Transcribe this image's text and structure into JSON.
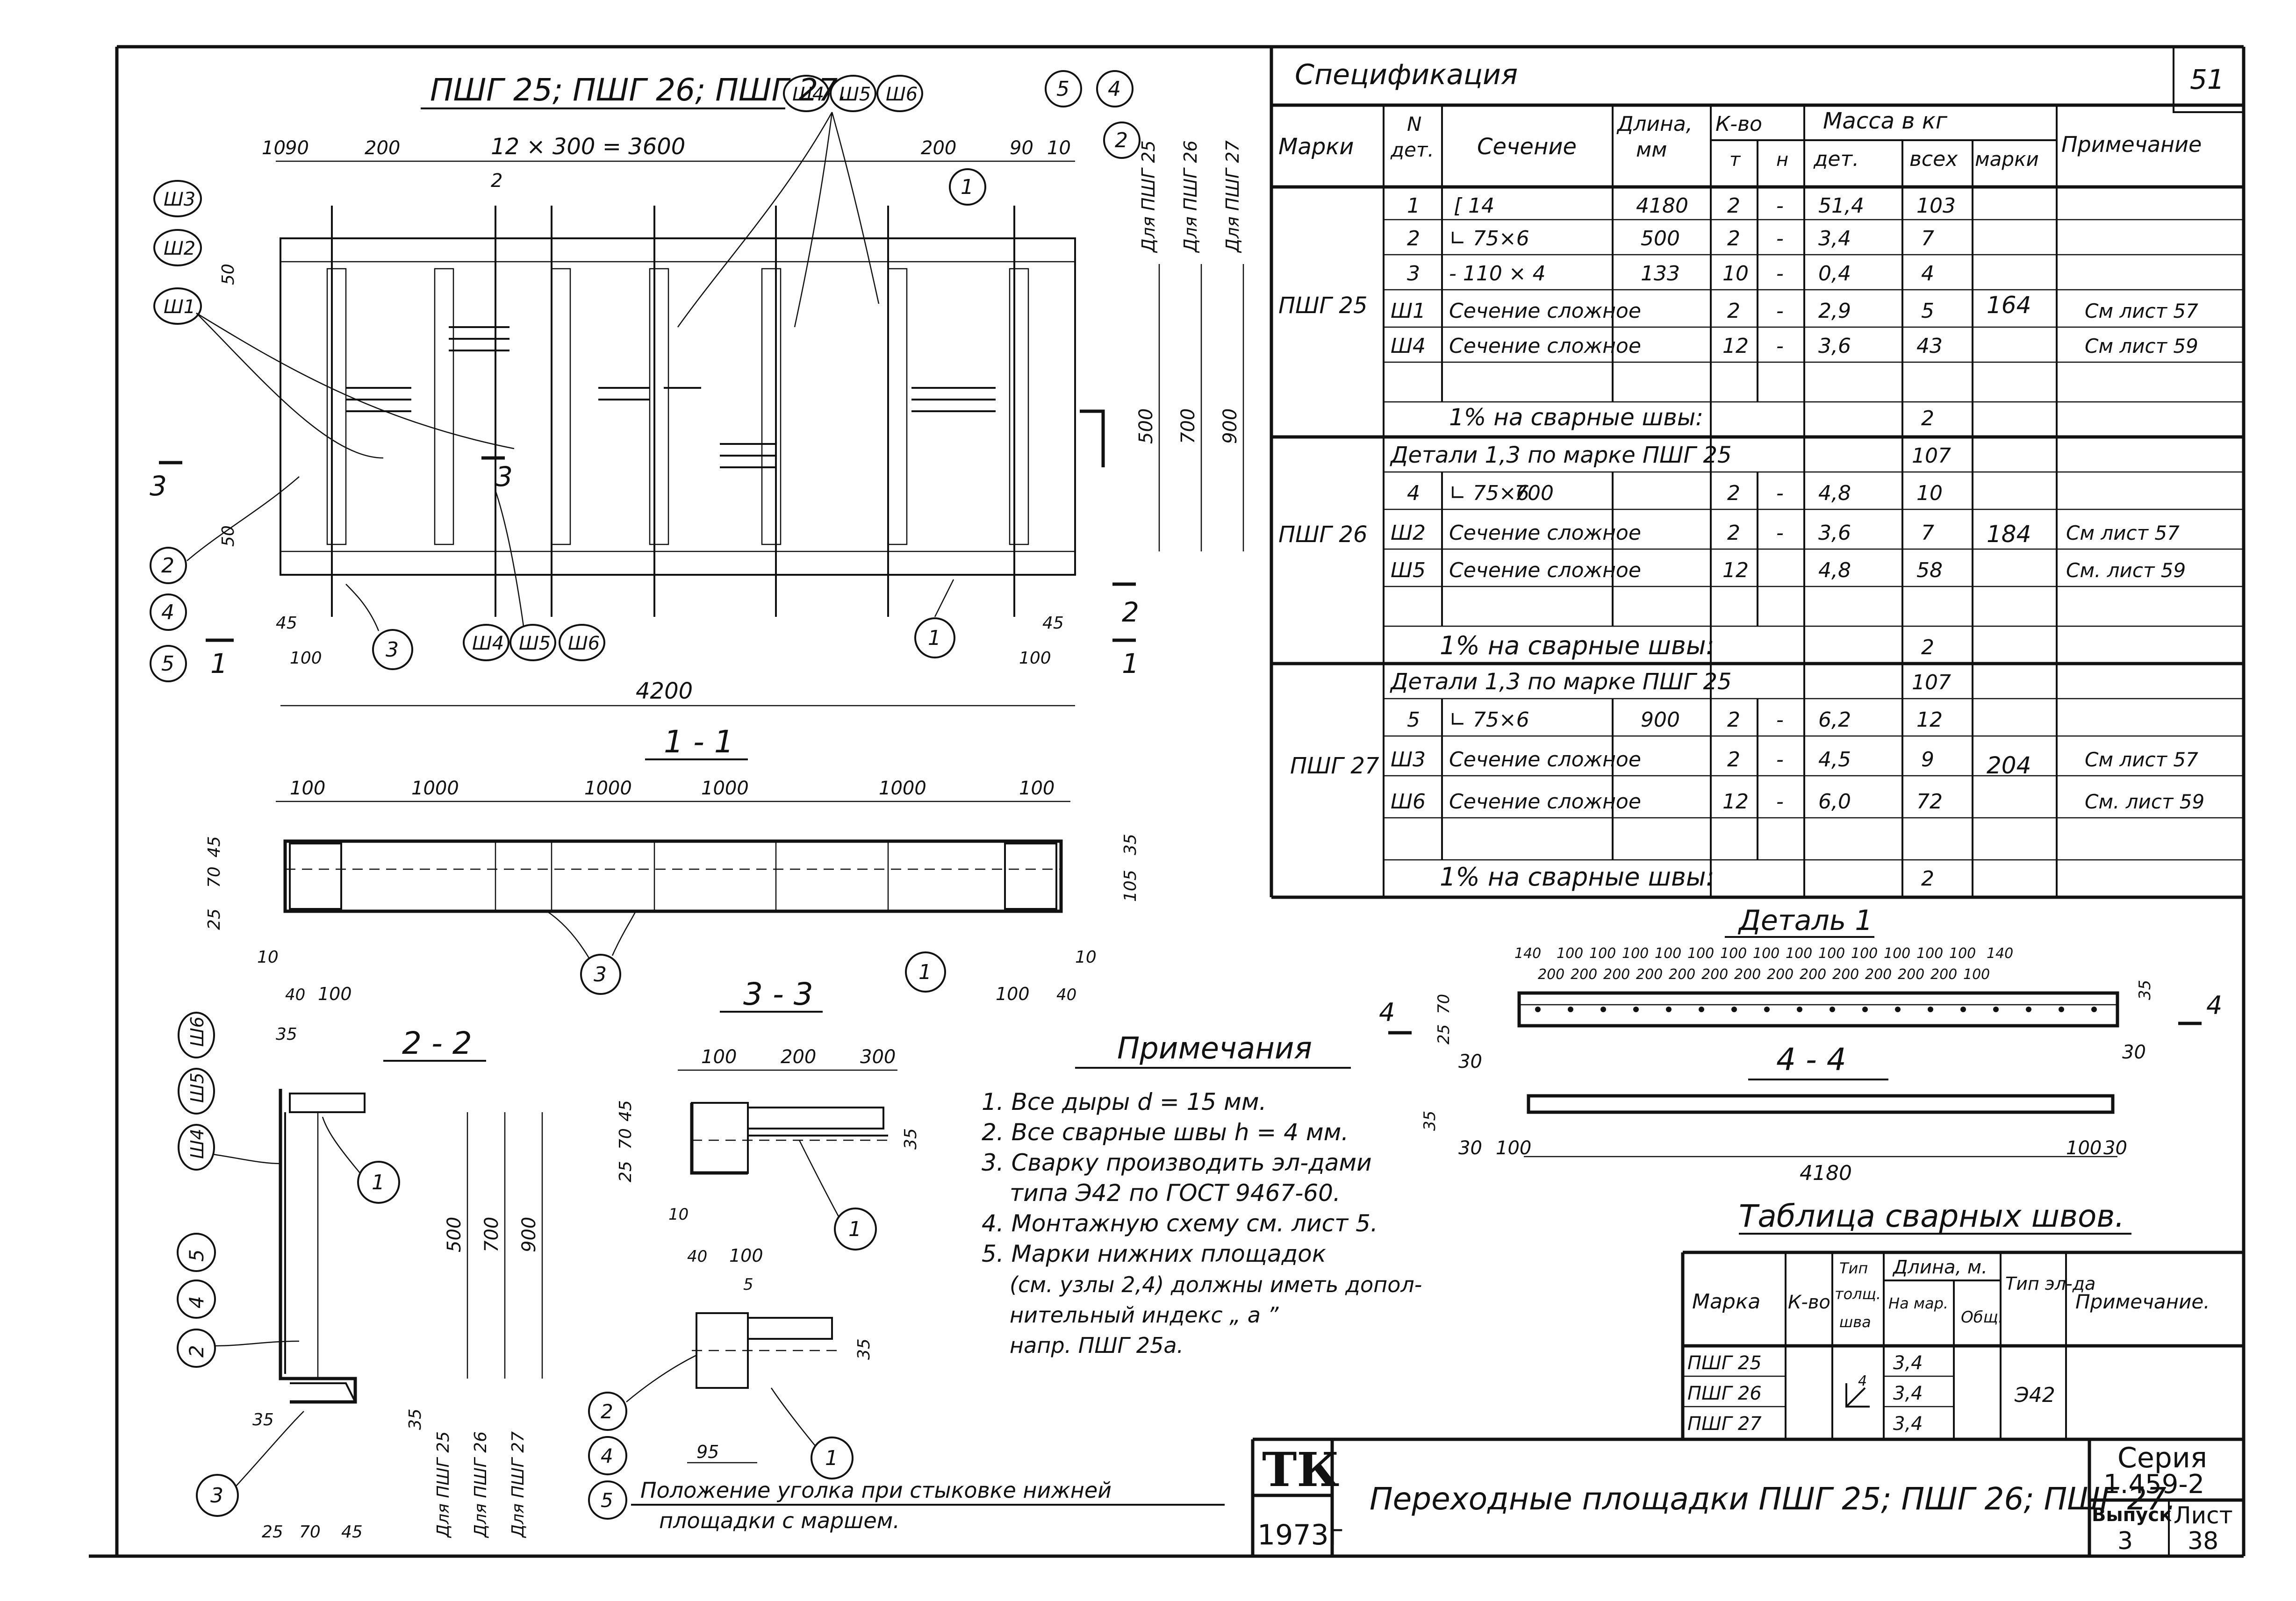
{
  "sheet_page_number": "51",
  "main_drawing": {
    "title": "ПШГ 25; ПШГ 26; ПШГ 27.",
    "top_dims": [
      "10",
      "90",
      "200",
      "12 × 300 = 3600",
      "200",
      "90",
      "10"
    ],
    "total_length": "4200",
    "side_dims": [
      "50",
      "50"
    ],
    "bottom_dims": [
      "45",
      "100",
      "45",
      "100"
    ],
    "right_heights": [
      "500",
      "700",
      "900"
    ],
    "right_labels": [
      "Для ПШГ 25",
      "Для ПШГ 26",
      "Для ПШГ 27"
    ],
    "section_marks": [
      "2",
      "3",
      "3",
      "1",
      "1",
      "2"
    ],
    "callouts_top": [
      "Ш4",
      "Ш5",
      "Ш6",
      "5",
      "4",
      "2"
    ],
    "callouts_left": [
      "Ш3",
      "Ш2",
      "Ш1"
    ],
    "callouts_bottom_left": [
      "2",
      "4",
      "5"
    ],
    "callouts_misc": [
      "1",
      "1",
      "1",
      "3",
      "Ш4",
      "Ш5",
      "Ш6",
      "1"
    ]
  },
  "section_1_1": {
    "title": "1 - 1",
    "top_dims": [
      "100",
      "1000",
      "1000",
      "1000",
      "1000",
      "100"
    ],
    "left_dims": [
      "45",
      "70",
      "25"
    ],
    "right_dims": [
      "35",
      "105"
    ],
    "bottom_dims": [
      "10",
      "40",
      "100",
      "100",
      "40",
      "10"
    ],
    "callouts": [
      "3",
      "1"
    ]
  },
  "section_2_2": {
    "title": "2 - 2",
    "dims": [
      "35",
      "500",
      "700",
      "900",
      "35",
      "35",
      "25",
      "70",
      "45"
    ],
    "labels": [
      "Для ПШГ 25",
      "Для ПШГ 26",
      "Для ПШГ 27"
    ],
    "callouts": [
      "Ш6",
      "Ш5",
      "Ш4",
      "5",
      "4",
      "2",
      "1",
      "3"
    ]
  },
  "section_3_3": {
    "title": "3 - 3",
    "top_dims": [
      "100",
      "200",
      "300"
    ],
    "left_dims": [
      "45",
      "70",
      "25"
    ],
    "misc_dims": [
      "35",
      "10",
      "40",
      "100",
      "5",
      "35",
      "95"
    ],
    "callouts": [
      "1",
      "2",
      "4",
      "5",
      "1"
    ]
  },
  "notes": {
    "heading": "Примечания",
    "items": [
      "1. Все дыры d = 15 мм.",
      "2. Все сварные швы h = 4 мм.",
      "3. Сварку производить эл-дами",
      "типа Э42 по ГОСТ 9467-60.",
      "4. Монтажную схему см. лист 5.",
      "5. Марки нижних площадок",
      "(см. узлы 2,4) должны иметь допол-",
      "нительный индекс „ а ”",
      "напр. ПШГ 25а."
    ],
    "bottom_note": [
      "Положение уголка при стыковке нижней",
      "площадки с маршем."
    ],
    "bottom_note_callout": "5"
  },
  "specification": {
    "title": "Спецификация",
    "headers": {
      "marks": "Марки",
      "no_top": "N",
      "no_bottom": "дет.",
      "section": "Сечение",
      "length_top": "Длина,",
      "length_bottom": "мм",
      "qty": "К-во",
      "qty_t": "т",
      "qty_n": "н",
      "mass": "Масса в кг",
      "mass_det": "дет.",
      "mass_all": "всех",
      "mass_mark": "марки",
      "note": "Примечание"
    },
    "groups": [
      {
        "mark": "ПШГ 25",
        "mark_mass": "164",
        "rows": [
          {
            "no": "1",
            "section": "[ 14",
            "length": "4180",
            "t": "2",
            "n": "-",
            "det": "51,4",
            "all": "103",
            "note": ""
          },
          {
            "no": "2",
            "section": "∟ 75×6",
            "length": "500",
            "t": "2",
            "n": "-",
            "det": "3,4",
            "all": "7",
            "note": ""
          },
          {
            "no": "3",
            "section": "- 110 × 4",
            "length": "133",
            "t": "10",
            "n": "-",
            "det": "0,4",
            "all": "4",
            "note": ""
          },
          {
            "no": "Ш1",
            "section": "Сечение сложное",
            "length": "",
            "t": "2",
            "n": "-",
            "det": "2,9",
            "all": "5",
            "note": "См лист 57"
          },
          {
            "no": "Ш4",
            "section": "Сечение сложное",
            "length": "",
            "t": "12",
            "n": "-",
            "det": "3,6",
            "all": "43",
            "note": "См лист 59"
          }
        ],
        "weld_label": "1% на сварные швы:",
        "weld_value": "2"
      },
      {
        "mark": "ПШГ 26",
        "mark_mass": "184",
        "intro": "Детали 1,3 по марке ПШГ 25",
        "intro_value": "107",
        "rows": [
          {
            "no": "4",
            "section": "∟ 75×6",
            "length": "700",
            "t": "2",
            "n": "-",
            "det": "4,8",
            "all": "10",
            "note": ""
          },
          {
            "no": "Ш2",
            "section": "Сечение сложное",
            "length": "",
            "t": "2",
            "n": "-",
            "det": "3,6",
            "all": "7",
            "note": "См лист 57"
          },
          {
            "no": "Ш5",
            "section": "Сечение сложное",
            "length": "",
            "t": "12",
            "n": "",
            "det": "4,8",
            "all": "58",
            "note": "См. лист 59"
          }
        ],
        "weld_label": "1% на сварные швы:",
        "weld_value": "2"
      },
      {
        "mark": "ПШГ 27",
        "mark_mass": "204",
        "intro": "Детали 1,3 по марке ПШГ 25",
        "intro_value": "107",
        "rows": [
          {
            "no": "5",
            "section": "∟ 75×6",
            "length": "900",
            "t": "2",
            "n": "-",
            "det": "6,2",
            "all": "12",
            "note": ""
          },
          {
            "no": "Ш3",
            "section": "Сечение сложное",
            "length": "",
            "t": "2",
            "n": "-",
            "det": "4,5",
            "all": "9",
            "note": "См лист 57"
          },
          {
            "no": "Ш6",
            "section": "Сечение сложное",
            "length": "",
            "t": "12",
            "n": "-",
            "det": "6,0",
            "all": "72",
            "note": "См. лист 59"
          }
        ],
        "weld_label": "1% на сварные швы:",
        "weld_value": "2"
      }
    ]
  },
  "detail_1": {
    "title": "Деталь 1",
    "pitch_top": [
      "140",
      "100",
      "100",
      "100",
      "100",
      "100",
      "100",
      "100",
      "100",
      "100",
      "100",
      "100",
      "100",
      "100",
      "140"
    ],
    "pitch_bottom": [
      "200",
      "200",
      "200",
      "200",
      "200",
      "200",
      "200",
      "200",
      "200",
      "200",
      "200",
      "200",
      "200",
      "100"
    ],
    "dims": [
      "35",
      "25",
      "70",
      "30",
      "30",
      "4",
      "4"
    ],
    "section_title": "4 - 4",
    "section_dims": [
      "35",
      "30",
      "100",
      "100",
      "30",
      "4180"
    ]
  },
  "weld_table": {
    "title": "Таблица сварных швов.",
    "headers": {
      "mark": "Марка",
      "qty": "К-во",
      "type": "Тип",
      "thickness": "толщ.",
      "seam": "шва",
      "length": "Длина, м.",
      "per_mark": "На мар.",
      "total": "Общ.",
      "electrode_type": "Тип эл-да",
      "note": "Примечание."
    },
    "rows": [
      {
        "mark": "ПШГ 25",
        "per_mark": "3,4"
      },
      {
        "mark": "ПШГ 26",
        "per_mark": "3,4"
      },
      {
        "mark": "ПШГ 27",
        "per_mark": "3,4"
      }
    ],
    "seam_symbol": "4",
    "electrode": "Э42"
  },
  "title_block": {
    "logo": "ТК",
    "year": "1973г",
    "title": "Переходные площадки ПШГ 25; ПШГ 26; ПШГ 27.",
    "series_label": "Серия",
    "series_value": "1.459-2",
    "issue_label": "Выпуск",
    "issue_value": "3",
    "sheet_label": "Лист",
    "sheet_value": "38"
  }
}
